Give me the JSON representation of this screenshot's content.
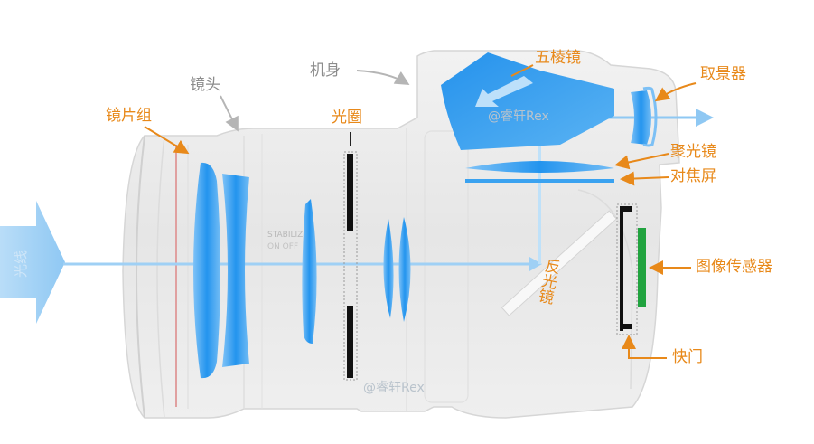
{
  "labels": {
    "lens_group": "镜片组",
    "lens": "镜头",
    "body": "机身",
    "aperture": "光圈",
    "pentaprism": "五棱镜",
    "viewfinder": "取景器",
    "condenser": "聚光镜",
    "focus_screen": "对焦屏",
    "image_sensor": "图像传感器",
    "shutter": "快门",
    "reflex_mirror": "反光镜",
    "light": "光线"
  },
  "camera_text": {
    "stabilizer": "STABILIZE",
    "on_off": "ON OFF"
  },
  "watermarks": [
    "@睿轩Rex",
    "@睿轩Rex"
  ],
  "colors": {
    "label_orange": "#e8891a",
    "label_gray": "#8c8c8c",
    "lens_blue": "#2f9ff0",
    "light_ray": "#9fd0f5",
    "sensor_green": "#21a33f"
  }
}
